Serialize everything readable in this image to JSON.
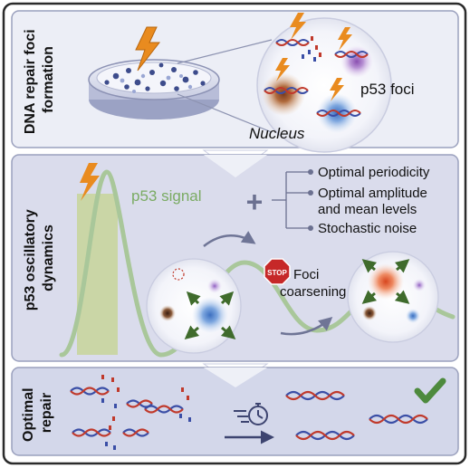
{
  "panels": {
    "top": {
      "side_label_line1": "DNA repair foci",
      "side_label_line2": "formation",
      "nucleus_label": "Nucleus",
      "foci_label": "p53 foci"
    },
    "middle": {
      "side_label_line1": "p53 oscillatory",
      "side_label_line2": "dynamics",
      "signal_label": "p53 signal",
      "plus_symbol": "+",
      "factors": [
        "Optimal periodicity",
        "Optimal amplitude",
        "and mean levels",
        "Stochastic noise"
      ],
      "stop_sign_text": "STOP",
      "coarsening_line1": "Foci",
      "coarsening_line2": "coarsening"
    },
    "bottom": {
      "side_label_line1": "Optimal",
      "side_label_line2": "repair"
    }
  },
  "colors": {
    "frame": "#2b2b2b",
    "panel_bg": "#e9eaf3",
    "middle_bg": "#d9dcec",
    "bottom_bg": "#d3d7ea",
    "p53_green": "#7aab63",
    "signal_wave": "#a9c79a",
    "shaded_band": "#c7d59a",
    "lightning": "#e98b1f",
    "dna_blue": "#3a4ea6",
    "dna_red": "#c0392b",
    "arrow_green": "#3f6b2c",
    "check_green": "#4d8a3d",
    "stop_red": "#c62828",
    "plus_gray": "#6b7090"
  },
  "icons": [
    "lightning-icon",
    "petri-dish-icon",
    "nucleus-icon",
    "dna-helix-icon",
    "broken-dna-icon",
    "stop-sign-icon",
    "stopwatch-icon",
    "checkmark-icon",
    "plus-icon",
    "arrow-icon"
  ]
}
